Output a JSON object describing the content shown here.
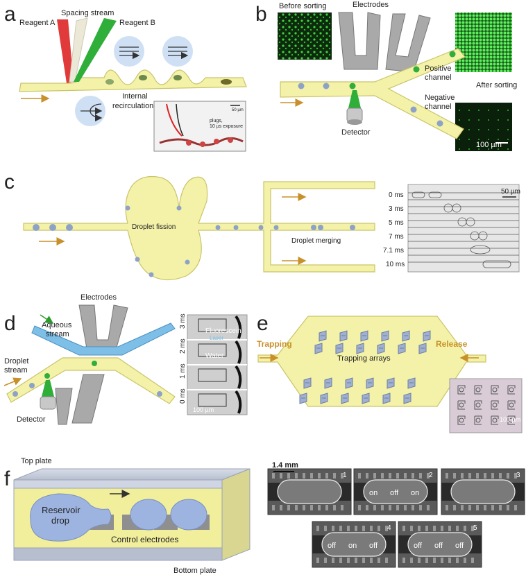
{
  "panels": {
    "a": {
      "letter": "a",
      "labels": {
        "reagent_a": "Reagent A",
        "spacing_stream": "Spacing stream",
        "reagent_b": "Reagent B",
        "internal_recirculation": "Internal\nrecirculation",
        "plugs_caption": "plugs,\n10 µs exposure",
        "scale_bar": "50 µm"
      }
    },
    "b": {
      "letter": "b",
      "labels": {
        "before_sorting": "Before sorting",
        "electrodes": "Electrodes",
        "positive_channel": "Positive\nchannel",
        "negative_channel": "Negative\nchannel",
        "after_sorting": "After sorting",
        "detector": "Detector",
        "scale_bar": "100 µm"
      }
    },
    "c": {
      "letter": "c",
      "labels": {
        "droplet_fission": "Droplet fission",
        "droplet_merging": "Droplet merging",
        "scale_bar": "50 µm"
      },
      "times": [
        "0 ms",
        "3 ms",
        "5 ms",
        "7 ms",
        "7.1 ms",
        "10 ms"
      ]
    },
    "d": {
      "letter": "d",
      "labels": {
        "electrodes": "Electrodes",
        "aqueous_stream": "Aqueous\nstream",
        "droplet_stream": "Droplet\nstream",
        "detector": "Detector",
        "fluorescein": "Fluorescein",
        "laser": "Laser",
        "water": "Water",
        "scale_bar": "100 µm"
      },
      "times": [
        "3 ms",
        "2 ms",
        "1 ms",
        "0 ms"
      ]
    },
    "e": {
      "letter": "e",
      "labels": {
        "trapping": "Trapping",
        "release": "Release",
        "trapping_arrays": "Trapping arrays",
        "scale_bar": "100 µm"
      }
    },
    "f": {
      "letter": "f",
      "labels": {
        "top_plate": "Top plate",
        "reservoir_drop": "Reservoir\ndrop",
        "control_electrodes": "Control electrodes",
        "bottom_plate": "Bottom plate",
        "scale_bar": "1.4 mm"
      },
      "frames": [
        {
          "num": "1",
          "words": []
        },
        {
          "num": "2",
          "words": [
            "on",
            "off",
            "on"
          ]
        },
        {
          "num": "3",
          "words": []
        },
        {
          "num": "4",
          "words": [
            "off",
            "on",
            "off"
          ]
        },
        {
          "num": "5",
          "words": [
            "off",
            "off",
            "off"
          ]
        }
      ]
    }
  },
  "colors": {
    "channel_fill": "#f4f2a8",
    "channel_edge": "#c9c46a",
    "droplet": "#8ea2c8",
    "flow_arrow": "#c8902a",
    "electrode": "#a9a9a9",
    "green": "#2fae3a",
    "red": "#e03a3a",
    "aqueous": "#7dbfe6",
    "micrograph_dark": "#0d2a0d"
  }
}
